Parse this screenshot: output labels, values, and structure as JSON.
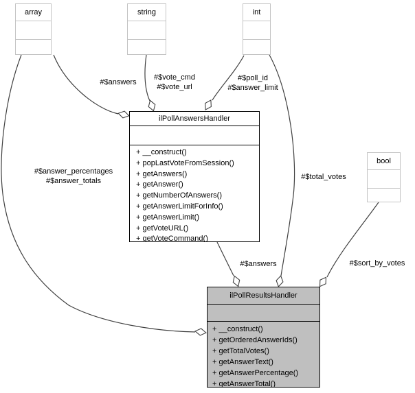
{
  "diagram": {
    "kind": "uml-collaboration-diagram",
    "edge_color": "#404040",
    "highlight_fill": "#bfbfbf"
  },
  "types": {
    "array": {
      "name": "array"
    },
    "string": {
      "name": "string"
    },
    "int": {
      "name": "int"
    },
    "bool": {
      "name": "bool"
    }
  },
  "classes": {
    "answers": {
      "name": "ilPollAnswersHandler",
      "methods": [
        "+ __construct()",
        "+ popLastVoteFromSession()",
        "+ getAnswers()",
        "+ getAnswer()",
        "+ getNumberOfAnswers()",
        "+ getAnswerLimitForInfo()",
        "+ getAnswerLimit()",
        "+ getVoteURL()",
        "+ getVoteCommand()"
      ]
    },
    "results": {
      "name": "ilPollResultsHandler",
      "methods": [
        "+ __construct()",
        "+ getOrderedAnswerIds()",
        "+ getTotalVotes()",
        "+ getAnswerText()",
        "+ getAnswerPercentage()",
        "+ getAnswerTotal()"
      ]
    }
  },
  "edge_labels": {
    "answers_top": "#$answers",
    "vote_cmd": "#$vote_cmd",
    "vote_url": "#$vote_url",
    "poll_id": "#$poll_id",
    "answer_limit": "#$answer_limit",
    "answer_percentages": "#$answer_percentages",
    "answer_totals": "#$answer_totals",
    "total_votes": "#$total_votes",
    "answers_bottom": "#$answers",
    "sort_by_votes": "#$sort_by_votes"
  }
}
